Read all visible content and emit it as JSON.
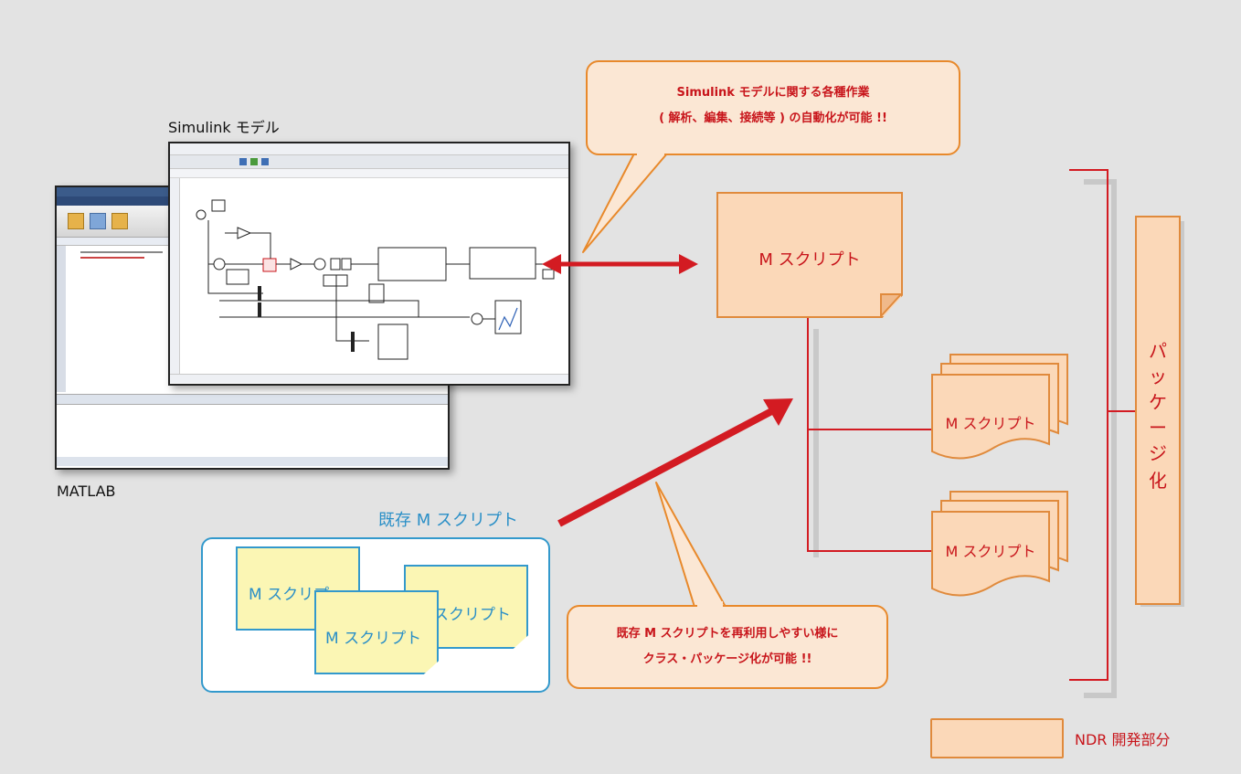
{
  "labels": {
    "simulink_model": "Simulink モデル",
    "matlab": "MATLAB",
    "existing_m_script": "既存 M スクリプト",
    "m_script": "M スクリプト",
    "m_script_short": "M スクリプト",
    "m_script_partial": "M スクリプ",
    "m_script_tail": "スクリプト",
    "packaging": [
      "パ",
      "ッ",
      "ケ",
      "ー",
      "ジ",
      "化"
    ],
    "legend": "NDR 開発部分"
  },
  "callouts": {
    "top_line1": "Simulink モデルに関する各種作業",
    "top_line2": "( 解析、編集、接続等 ) の自動化が可能 !!",
    "bottom_line1": "既存 M スクリプトを再利用しやすい様に",
    "bottom_line2": "クラス・パッケージ化が可能 !!"
  },
  "colors": {
    "background": "#e3e3e3",
    "accent_red": "#c8151b",
    "ndr_fill": "#fbd8b8",
    "ndr_border": "#e08a3c",
    "existing_blue": "#3399cc",
    "existing_fill": "#fbf6b4"
  }
}
